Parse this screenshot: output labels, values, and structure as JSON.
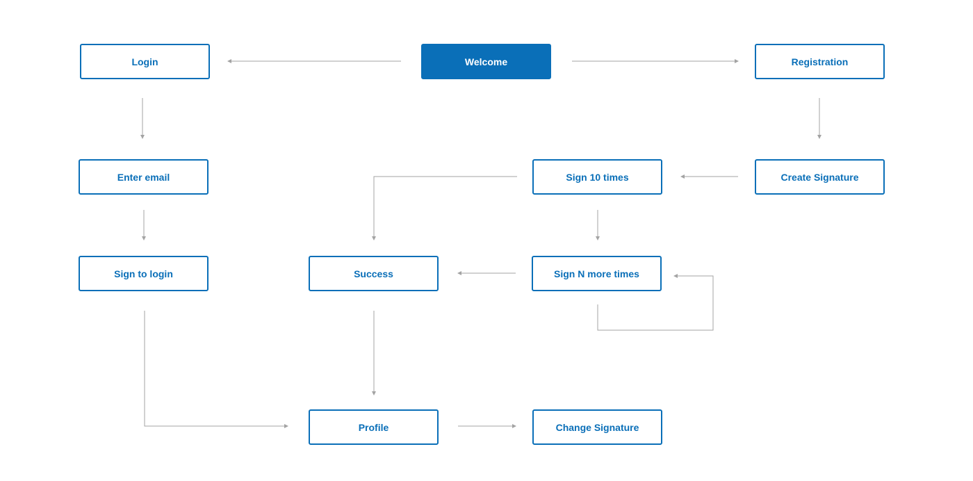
{
  "colors": {
    "accent": "#0a6fb8",
    "node_fill_primary": "#0a6fb8",
    "node_text_on_primary": "#ffffff",
    "node_border": "#0a6fb8",
    "connector": "#a3a3a3",
    "background": "#ffffff"
  },
  "nodes": {
    "welcome": "Welcome",
    "login": "Login",
    "registration": "Registration",
    "enter_email": "Enter email",
    "sign_10_times": "Sign 10 times",
    "create_signature": "Create Signature",
    "sign_to_login": "Sign to login",
    "success": "Success",
    "sign_n_more_times": "Sign N more times",
    "profile": "Profile",
    "change_signature": "Change Signature"
  },
  "edges": [
    {
      "from": "welcome",
      "to": "login"
    },
    {
      "from": "welcome",
      "to": "registration"
    },
    {
      "from": "login",
      "to": "enter_email"
    },
    {
      "from": "registration",
      "to": "create_signature"
    },
    {
      "from": "create_signature",
      "to": "sign_10_times"
    },
    {
      "from": "sign_10_times",
      "to": "success"
    },
    {
      "from": "sign_10_times",
      "to": "sign_n_more_times"
    },
    {
      "from": "enter_email",
      "to": "sign_to_login"
    },
    {
      "from": "sign_n_more_times",
      "to": "success"
    },
    {
      "from": "sign_n_more_times",
      "to": "sign_n_more_times"
    },
    {
      "from": "success",
      "to": "profile"
    },
    {
      "from": "sign_to_login",
      "to": "profile"
    },
    {
      "from": "profile",
      "to": "change_signature"
    }
  ]
}
